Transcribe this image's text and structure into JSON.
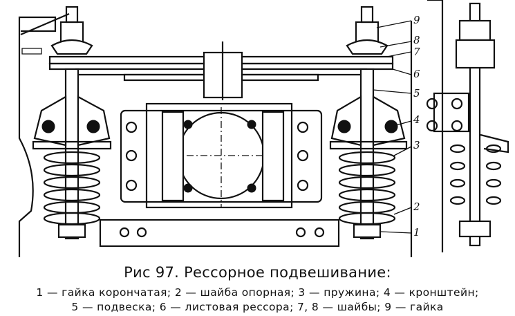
{
  "figure": {
    "caption": "Рис 97. Рессорное подвешивание:",
    "legend_line1": "1 — гайка корончатая; 2 — шайба опорная; 3 — пружина; 4 — кронштейн;",
    "legend_line2": "5 — подвеска; 6 — листовая рессора; 7, 8 — шайбы; 9 — гайка"
  },
  "callouts": [
    "9",
    "8",
    "7",
    "6",
    "5",
    "4",
    "3",
    "2",
    "1"
  ]
}
